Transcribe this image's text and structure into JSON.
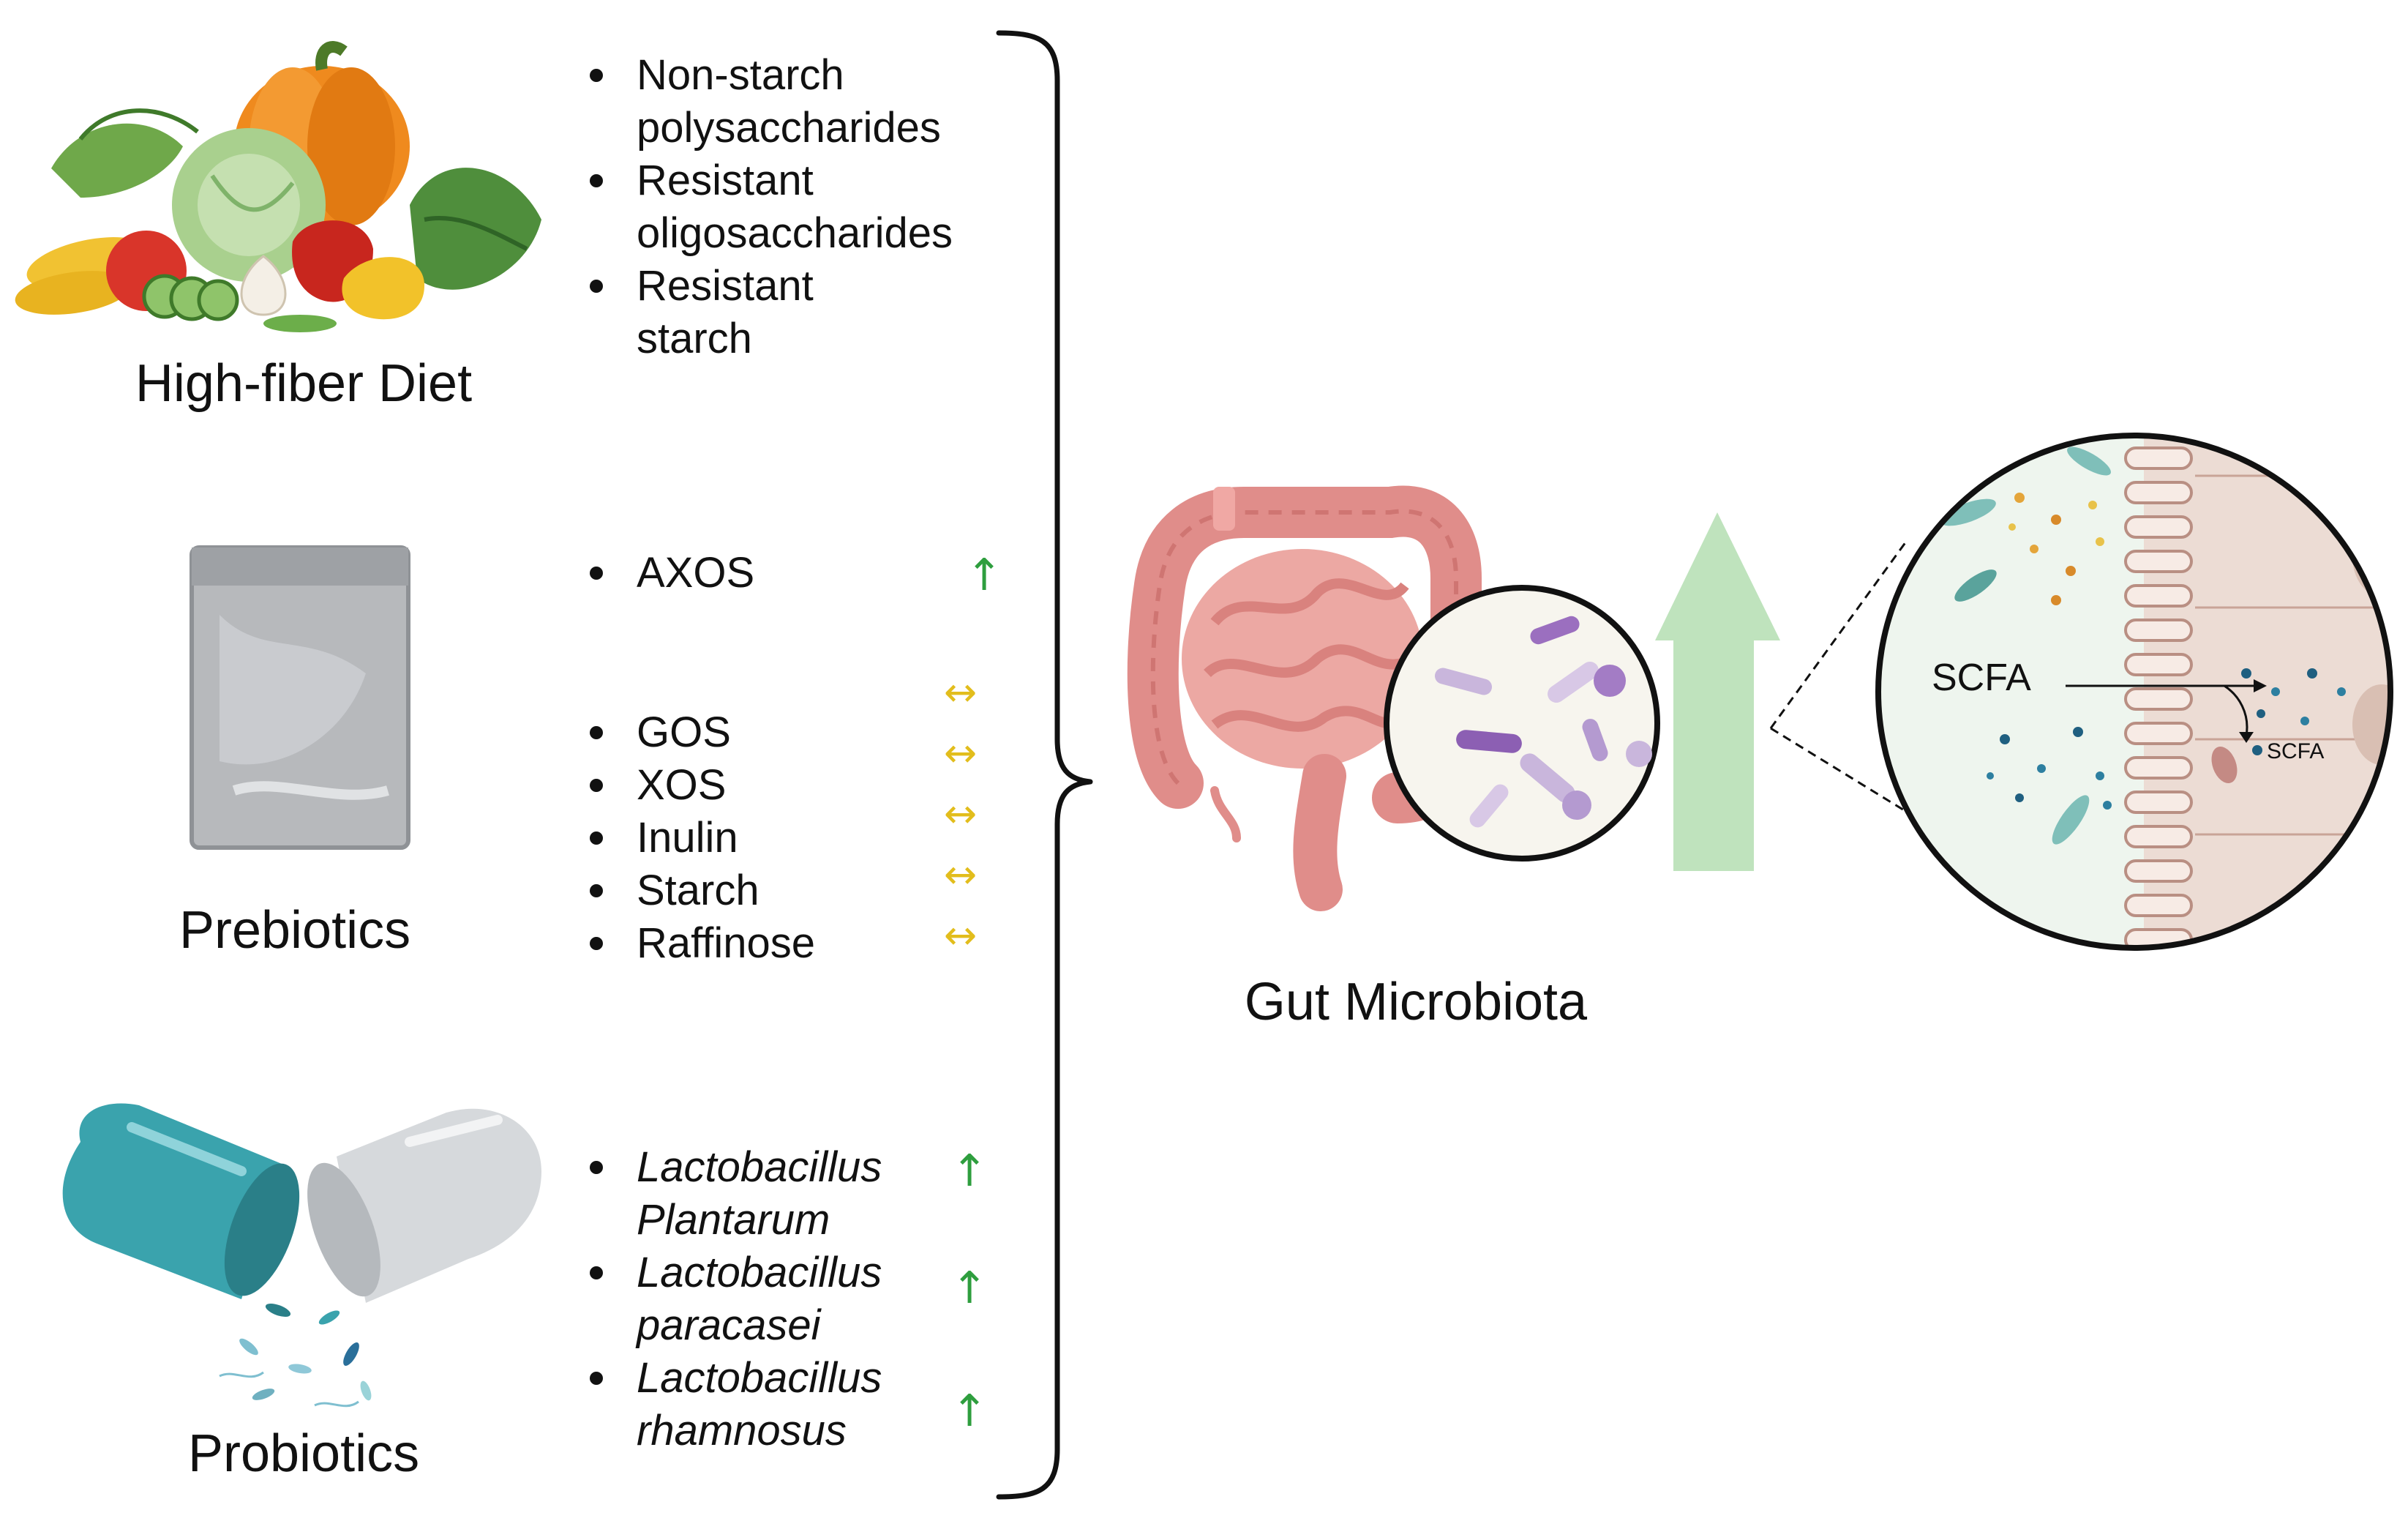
{
  "sources": {
    "diet": {
      "label": "High-fiber Diet",
      "items": [
        {
          "lines": [
            "Non-starch",
            "polysaccharides"
          ],
          "italic": false
        },
        {
          "lines": [
            "Resistant",
            "oligosaccharides"
          ],
          "italic": false
        },
        {
          "lines": [
            "Resistant",
            "starch"
          ],
          "italic": false
        }
      ]
    },
    "prebiotics": {
      "label": "Prebiotics",
      "items": [
        {
          "lines": [
            "AXOS"
          ],
          "italic": false,
          "effect": "↑"
        },
        {
          "lines": [
            "GOS"
          ],
          "italic": false
        },
        {
          "lines": [
            "XOS"
          ],
          "italic": false
        },
        {
          "lines": [
            "Inulin"
          ],
          "italic": false
        },
        {
          "lines": [
            "Starch"
          ],
          "italic": false
        },
        {
          "lines": [
            "Raffinose"
          ],
          "italic": false
        }
      ],
      "neutral_effects": [
        "↔",
        "↔",
        "↔",
        "↔",
        "↔"
      ]
    },
    "probiotics": {
      "label": "Probiotics",
      "items": [
        {
          "lines": [
            "Lactobacillus",
            "Plantarum"
          ],
          "italic": true,
          "effect": "↑"
        },
        {
          "lines": [
            "Lactobacillus",
            "paracasei"
          ],
          "italic": true,
          "effect": "↑"
        },
        {
          "lines": [
            "Lactobacillus",
            "rhamnosus"
          ],
          "italic": true,
          "effect": "↑"
        }
      ]
    }
  },
  "center": {
    "label": "Gut Microbiota"
  },
  "magnified": {
    "scfa_label": "SCFA",
    "scfa_small_label": "SCFA"
  },
  "colors": {
    "increase_arrow": "#2e9e3e",
    "neutral_arrow": "#e2bd1c",
    "big_arrow": "#bfe3bd",
    "bacteria": "#c9b6dc",
    "intestine": "#e2928d",
    "capsule_teal": "#3aa3ad",
    "capsule_gray": "#cfd3d6"
  }
}
